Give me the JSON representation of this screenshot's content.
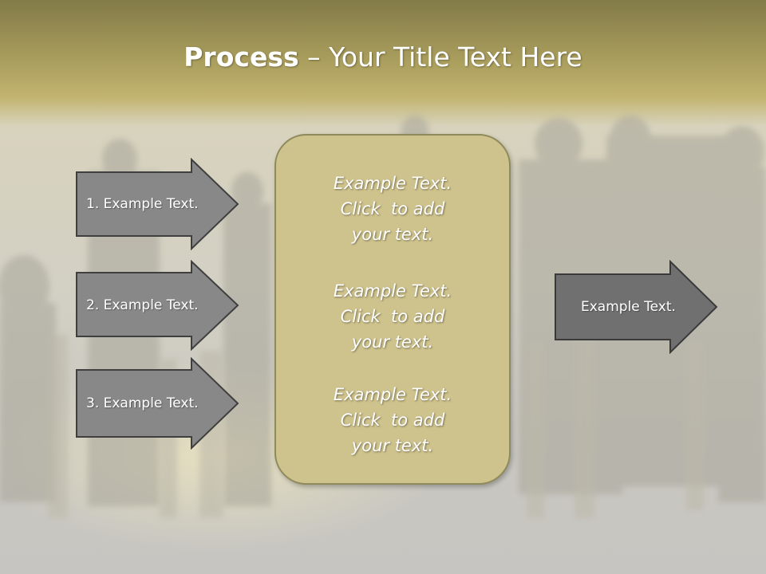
{
  "slide": {
    "title_bold": "Process",
    "title_rest": " – Your Title Text Here"
  },
  "steps": [
    {
      "label": "1. Example Text."
    },
    {
      "label": "2. Example Text."
    },
    {
      "label": "3. Example Text."
    }
  ],
  "center_blocks": [
    {
      "lines": [
        "Example Text.",
        "Click  to add",
        "your text."
      ]
    },
    {
      "lines": [
        "Example Text.",
        "Click  to add",
        "your text."
      ]
    },
    {
      "lines": [
        "Example Text.",
        "Click  to add",
        "your text."
      ]
    }
  ],
  "output": {
    "label": "Example Text."
  },
  "colors": {
    "header_band": "#b9ac68",
    "arrow_fill": "#888888",
    "output_arrow_fill": "#707070",
    "center_fill": "#cfc38d",
    "center_border": "#8f8a5c"
  }
}
